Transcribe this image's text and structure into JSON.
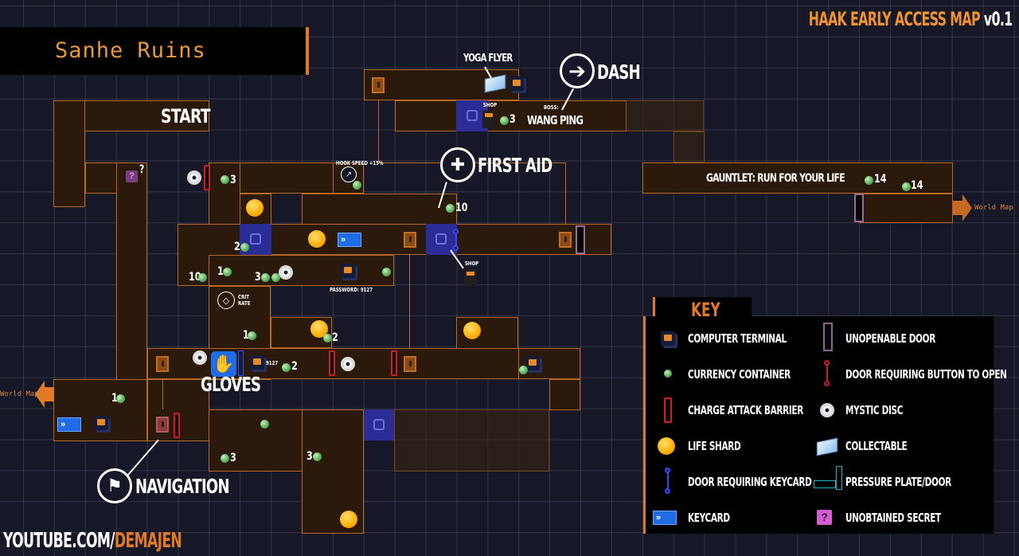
{
  "header": {
    "map_name": "Sanhe Ruins",
    "title_main": "HAAK EARLY ACCESS MAP",
    "title_version": "v0.1"
  },
  "footer": {
    "prefix": "YOUTUBE.COM/",
    "channel": "DEMAJEN"
  },
  "exits": {
    "left": "World Map",
    "right": "World Map"
  },
  "areas": {
    "start": "START",
    "gauntlet": "GAUNTLET: RUN FOR YOUR LIFE",
    "boss_prefix": "BOSS:",
    "boss_name": "WANG PING"
  },
  "abilities": {
    "dash": "DASH",
    "first_aid": "FIRST AID",
    "navigation": "NAVIGATION",
    "gloves": "GLOVES",
    "yoga_flyer": "YOGA FLYER"
  },
  "upgrades": {
    "hook_speed": "HOOK SPEED +15%",
    "crit_rate_1": "CRIT",
    "crit_rate_2": "RATE"
  },
  "labels": {
    "shop": "SHOP",
    "password": "PASSWORD: 9127",
    "lock_code": "9127",
    "secret_mark": "?"
  },
  "currency_counts": {
    "near_barrier_top": "3",
    "shop_top": "3",
    "first_aid": "10",
    "save_left": "2",
    "room_left": "10",
    "room_mid_1": "1",
    "room_mid_3": "3",
    "crit_below": "1",
    "shard_below": "2",
    "lock_right": "2",
    "exit_left": "1",
    "bottom_left": "3",
    "bottom_mid": "3",
    "gauntlet_1": "14",
    "gauntlet_2": "14"
  },
  "legend": {
    "title": "KEY",
    "items": [
      {
        "icon": "computer-terminal-icon",
        "label": "COMPUTER TERMINAL"
      },
      {
        "icon": "currency-container-icon",
        "label": "CURRENCY CONTAINER"
      },
      {
        "icon": "charge-attack-barrier-icon",
        "label": "CHARGE ATTACK BARRIER"
      },
      {
        "icon": "life-shard-icon",
        "label": "LIFE SHARD"
      },
      {
        "icon": "keycard-door-icon",
        "label": "DOOR REQUIRING KEYCARD"
      },
      {
        "icon": "keycard-icon",
        "label": "KEYCARD"
      },
      {
        "icon": "unopenable-door-icon",
        "label": "UNOPENABLE DOOR"
      },
      {
        "icon": "button-door-icon",
        "label": "DOOR REQUIRING BUTTON TO OPEN"
      },
      {
        "icon": "mystic-disc-icon",
        "label": "MYSTIC DISC"
      },
      {
        "icon": "collectable-icon",
        "label": "COLLECTABLE"
      },
      {
        "icon": "pressure-plate-icon",
        "label": "PRESSURE PLATE/DOOR"
      },
      {
        "icon": "unobtained-secret-icon",
        "label": "UNOBTAINED SECRET"
      }
    ]
  },
  "colors": {
    "background": "#161827",
    "room_fill": "#2b1a0b",
    "room_border": "#b86a23",
    "accent_orange": "#e07a25",
    "save_room": "#2c2c97",
    "barrier_red": "#d41d2a",
    "keycard_blue": "#1f6ce6"
  }
}
